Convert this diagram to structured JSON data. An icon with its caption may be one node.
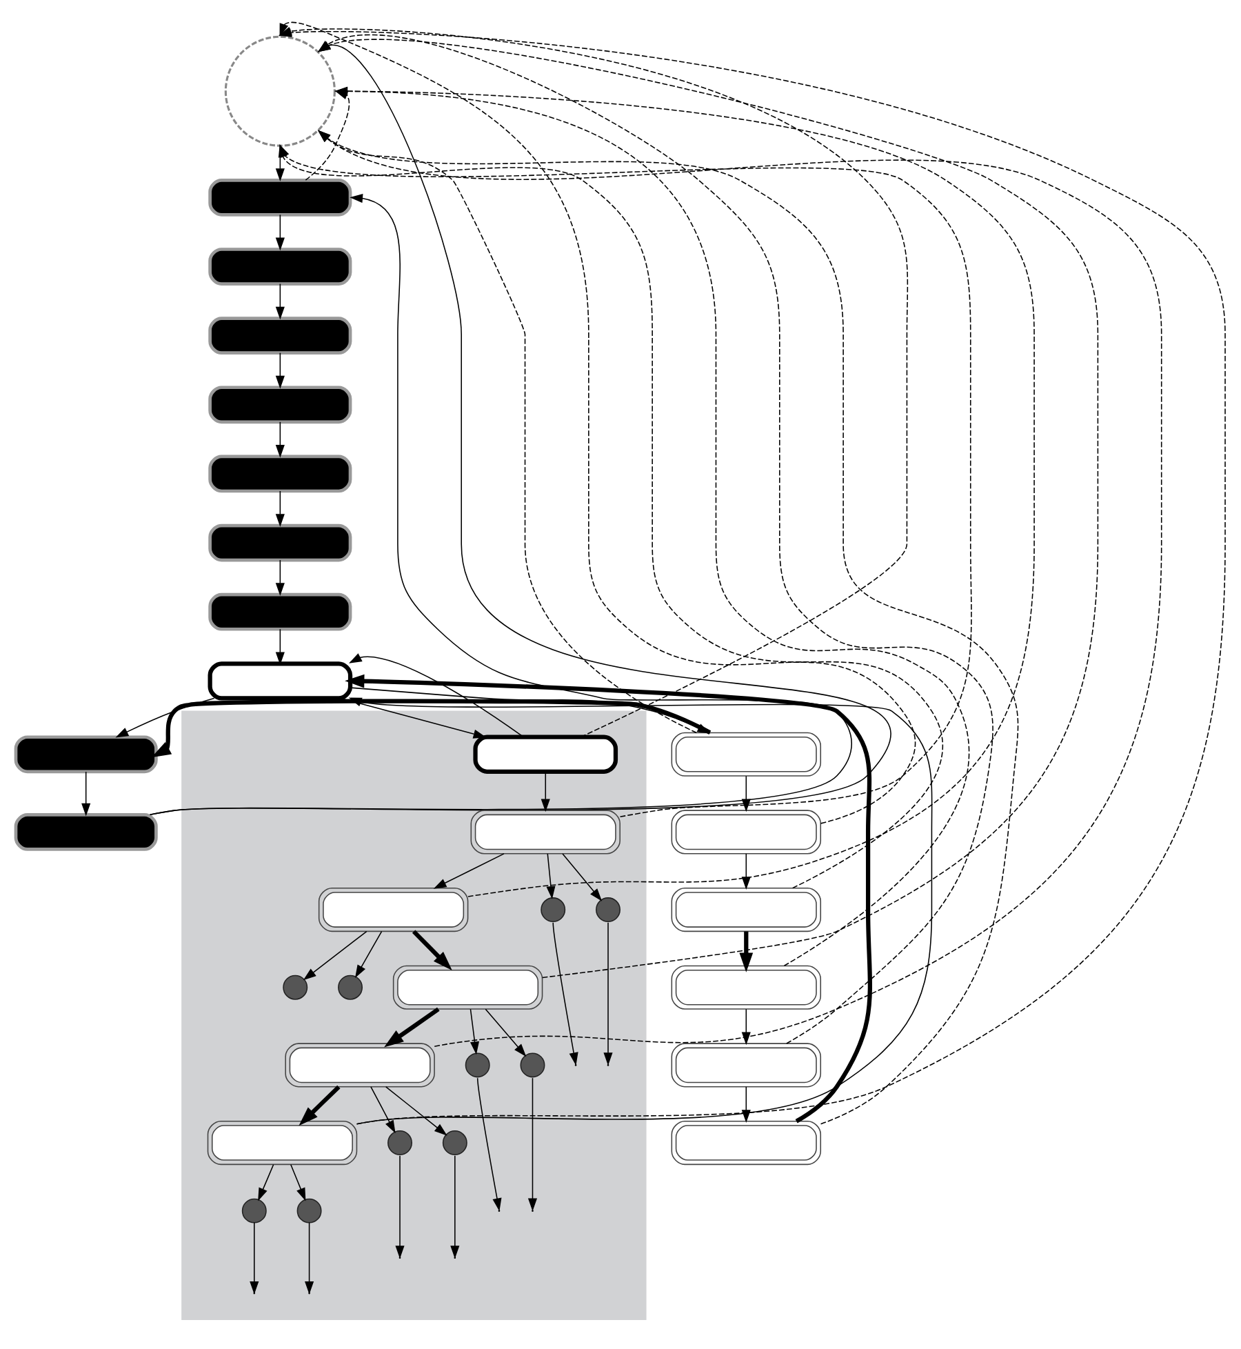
{
  "diagram": {
    "nodes": [
      {
        "text": [],
        "shape": "circle"
      },
      {
        "text": [],
        "shape": "box"
      },
      {
        "text": [],
        "shape": "box"
      },
      {
        "text": [],
        "shape": "box"
      },
      {
        "text": [],
        "shape": "box"
      },
      {
        "text": [],
        "shape": "box"
      },
      {
        "text": [],
        "shape": "box"
      },
      {
        "text": [],
        "shape": "box"
      },
      {
        "text": [],
        "shape": "box"
      },
      {
        "text": [],
        "shape": "box"
      },
      {
        "text": [],
        "shape": "box"
      },
      {
        "text": [],
        "shape": "box"
      },
      {
        "text": [],
        "shape": "box"
      },
      {
        "text": [],
        "shape": "box"
      },
      {
        "text": [],
        "shape": "box"
      },
      {
        "text": [],
        "shape": "box"
      },
      {
        "text": [],
        "shape": "box"
      },
      {
        "text": [],
        "shape": "box"
      },
      {
        "text": [],
        "shape": "box",
        "in": 17
      },
      {
        "text": [],
        "shape": "box",
        "in": 17
      },
      {
        "text": [],
        "shape": "box",
        "in": 17
      },
      {
        "text": [],
        "shape": "circle",
        "in": 17
      },
      {
        "text": [],
        "shape": "circle",
        "in": 17
      },
      {
        "text": [],
        "shape": "circle",
        "in": 17
      },
      {
        "text": [],
        "shape": "circle",
        "in": 17
      },
      {
        "text": [],
        "shape": "box",
        "in": 17
      },
      {
        "text": [],
        "shape": "box",
        "in": 17
      },
      {
        "text": [],
        "shape": "box",
        "in": 17
      },
      {
        "text": [],
        "shape": "circle",
        "in": 17
      },
      {
        "text": [],
        "shape": "circle",
        "in": 17
      },
      {
        "text": [],
        "shape": "circle",
        "in": 17
      },
      {
        "text": [],
        "shape": "circle",
        "in": 17
      },
      {
        "text": [],
        "shape": "circle",
        "in": 17
      },
      {
        "text": [],
        "shape": "circle",
        "in": 17
      }
    ],
    "edges": [
      {
        "from": 0,
        "to": 1,
        "arrow": "to"
      },
      {
        "from": 1,
        "to": 0,
        "arrow": "to",
        "style": "dashed"
      },
      {
        "from": 1,
        "to": 2,
        "arrow": "to"
      },
      {
        "from": 2,
        "to": 3,
        "arrow": "to"
      },
      {
        "from": 3,
        "to": 4,
        "arrow": "to"
      },
      {
        "from": 4,
        "to": 5,
        "arrow": "to"
      },
      {
        "from": 5,
        "to": 6,
        "arrow": "to"
      },
      {
        "from": 6,
        "to": 7,
        "arrow": "to"
      },
      {
        "from": 7,
        "to": 8,
        "arrow": "to"
      },
      {
        "from": 8,
        "to": 9,
        "arrow": "to"
      },
      {
        "from": 9,
        "to": 10,
        "arrow": "to"
      },
      {
        "from": 10,
        "to": 1,
        "arrow": "to"
      },
      {
        "from": 10,
        "to": 0,
        "arrow": "to"
      },
      {
        "from": 8,
        "to": 11,
        "arrow": "to"
      },
      {
        "from": 11,
        "to": 9,
        "arrow": "to",
        "style": "thick"
      },
      {
        "from": 11,
        "to": 12,
        "arrow": "to"
      },
      {
        "from": 12,
        "to": 13,
        "arrow": "to"
      },
      {
        "from": 13,
        "to": 14,
        "arrow": "to",
        "style": "thick"
      },
      {
        "from": 14,
        "to": 15,
        "arrow": "to"
      },
      {
        "from": 15,
        "to": 16,
        "arrow": "to"
      },
      {
        "from": 16,
        "to": 8,
        "arrow": "to",
        "style": "thick"
      },
      {
        "from": 11,
        "to": 0,
        "arrow": "to",
        "style": "dashed"
      },
      {
        "from": 12,
        "to": 0,
        "arrow": "to",
        "style": "dashed"
      },
      {
        "from": 13,
        "to": 0,
        "arrow": "to",
        "style": "dashed"
      },
      {
        "from": 14,
        "to": 0,
        "arrow": "to",
        "style": "dashed"
      },
      {
        "from": 15,
        "to": 0,
        "arrow": "to",
        "style": "dashed"
      },
      {
        "from": 16,
        "to": 0,
        "arrow": "to",
        "style": "dashed"
      },
      {
        "from": 8,
        "to": 18,
        "arrow": "to"
      },
      {
        "from": 18,
        "to": 8,
        "arrow": "to"
      },
      {
        "from": 18,
        "to": 19,
        "arrow": "to"
      },
      {
        "from": 19,
        "to": 20,
        "arrow": "to"
      },
      {
        "from": 18,
        "to": 0,
        "arrow": "to",
        "style": "dashed"
      },
      {
        "from": 19,
        "to": 0,
        "arrow": "to",
        "style": "dashed"
      },
      {
        "from": 20,
        "to": 0,
        "arrow": "to",
        "style": "dashed"
      },
      {
        "from": 19,
        "to": 21,
        "arrow": "to"
      },
      {
        "from": 19,
        "to": 22,
        "arrow": "to"
      },
      {
        "from": 21,
        "to": null,
        "arrow": "to"
      },
      {
        "from": 22,
        "to": null,
        "arrow": "to"
      },
      {
        "from": 20,
        "to": 23,
        "arrow": "to"
      },
      {
        "from": 20,
        "to": 24,
        "arrow": "to"
      },
      {
        "from": 20,
        "to": 25,
        "arrow": "to",
        "style": "thick"
      },
      {
        "from": 25,
        "to": 26,
        "arrow": "to",
        "style": "thick"
      },
      {
        "from": 26,
        "to": 27,
        "arrow": "to",
        "style": "thick"
      },
      {
        "from": 25,
        "to": 0,
        "arrow": "to",
        "style": "dashed"
      },
      {
        "from": 26,
        "to": 0,
        "arrow": "to",
        "style": "dashed"
      },
      {
        "from": 27,
        "to": 0,
        "arrow": "to",
        "style": "dashed"
      },
      {
        "from": 27,
        "to": 8,
        "arrow": "to"
      },
      {
        "from": 25,
        "to": 28,
        "arrow": "to"
      },
      {
        "from": 25,
        "to": 29,
        "arrow": "to"
      },
      {
        "from": 26,
        "to": 30,
        "arrow": "to"
      },
      {
        "from": 26,
        "to": 31,
        "arrow": "to"
      },
      {
        "from": 27,
        "to": 32,
        "arrow": "to"
      },
      {
        "from": 27,
        "to": 33,
        "arrow": "to"
      },
      {
        "from": 28,
        "to": null,
        "arrow": "to"
      },
      {
        "from": 29,
        "to": null,
        "arrow": "to"
      },
      {
        "from": 30,
        "to": null,
        "arrow": "to"
      },
      {
        "from": 31,
        "to": null,
        "arrow": "to"
      },
      {
        "from": 32,
        "to": null,
        "arrow": "to"
      },
      {
        "from": 33,
        "to": null,
        "arrow": "to"
      }
    ]
  }
}
